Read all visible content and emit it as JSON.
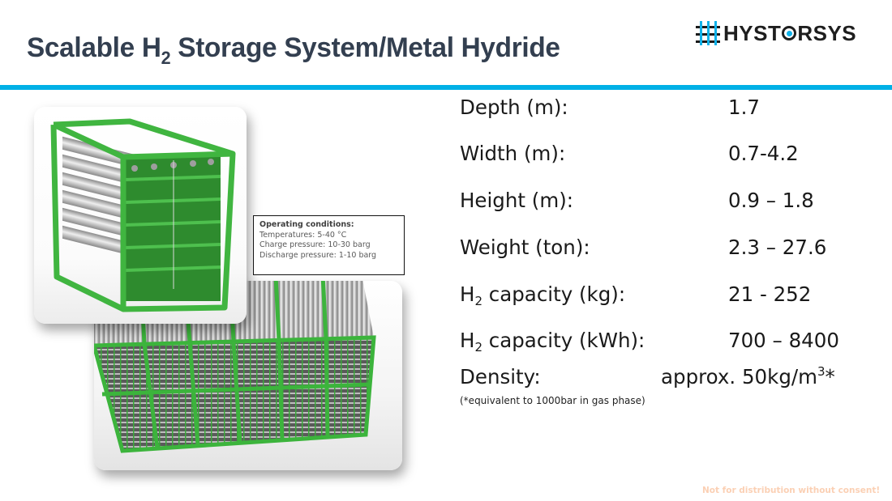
{
  "slide": {
    "title_prefix": "Scalable H",
    "title_sub": "2",
    "title_suffix": " Storage System/Metal Hydride",
    "accent_color": "#00b0e6",
    "title_color": "#333f50"
  },
  "logo": {
    "text_before": "HYST",
    "text_after": "RSYS",
    "icon": "grid-logo-icon",
    "brand_color": "#10b2ea"
  },
  "images": {
    "front": "green metal-frame storage module with cylinders",
    "back": "scaled array of 12 green storage modules"
  },
  "operating_conditions": {
    "heading": "Operating conditions:",
    "lines": [
      "Temperatures: 5-40 °C",
      "Charge pressure: 10-30 barg",
      "Discharge pressure: 1-10 barg"
    ]
  },
  "specs": [
    {
      "label": "Depth (m):",
      "value": "1.7"
    },
    {
      "label": "Width (m):",
      "value": "0.7-4.2"
    },
    {
      "label": "Height (m):",
      "value": "0.9 – 1.8"
    },
    {
      "label": "Weight (ton):",
      "value": "2.3 – 27.6"
    },
    {
      "label_prefix": "H",
      "label_sub": "2",
      "label_suffix": " capacity (kg):",
      "value": "21 - 252"
    },
    {
      "label_prefix": "H",
      "label_sub": "2",
      "label_suffix": " capacity (kWh):",
      "value": "700 – 8400"
    }
  ],
  "density": {
    "label": "Density:",
    "value_prefix": "approx. 50kg/m",
    "value_sup": "3",
    "value_suffix": "*",
    "footnote": "(*equivalent to 1000bar in gas phase)"
  },
  "disclaimer": "Not for distribution without consent!"
}
